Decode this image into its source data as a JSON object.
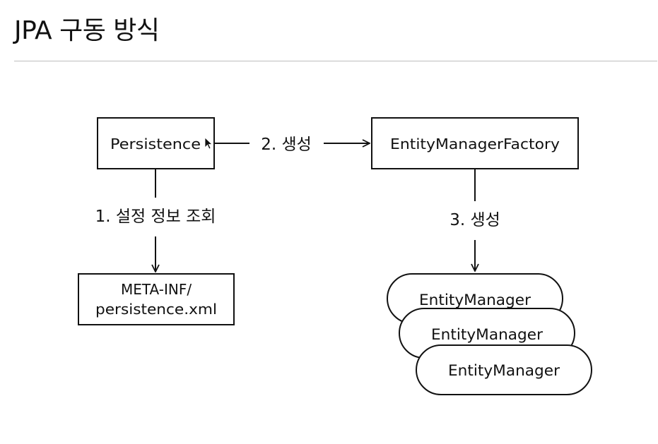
{
  "title": "JPA 구동 방식",
  "nodes": {
    "persistence": "Persistence",
    "emf": "EntityManagerFactory",
    "config_line1": "META-INF/",
    "config_line2": "persistence.xml",
    "em_1": "EntityManager",
    "em_2": "EntityManager",
    "em_3": "EntityManager"
  },
  "edges": {
    "create_factory": "2. 생성",
    "read_config": "1. 설정 정보 조회",
    "create_manager": "3. 생성"
  }
}
